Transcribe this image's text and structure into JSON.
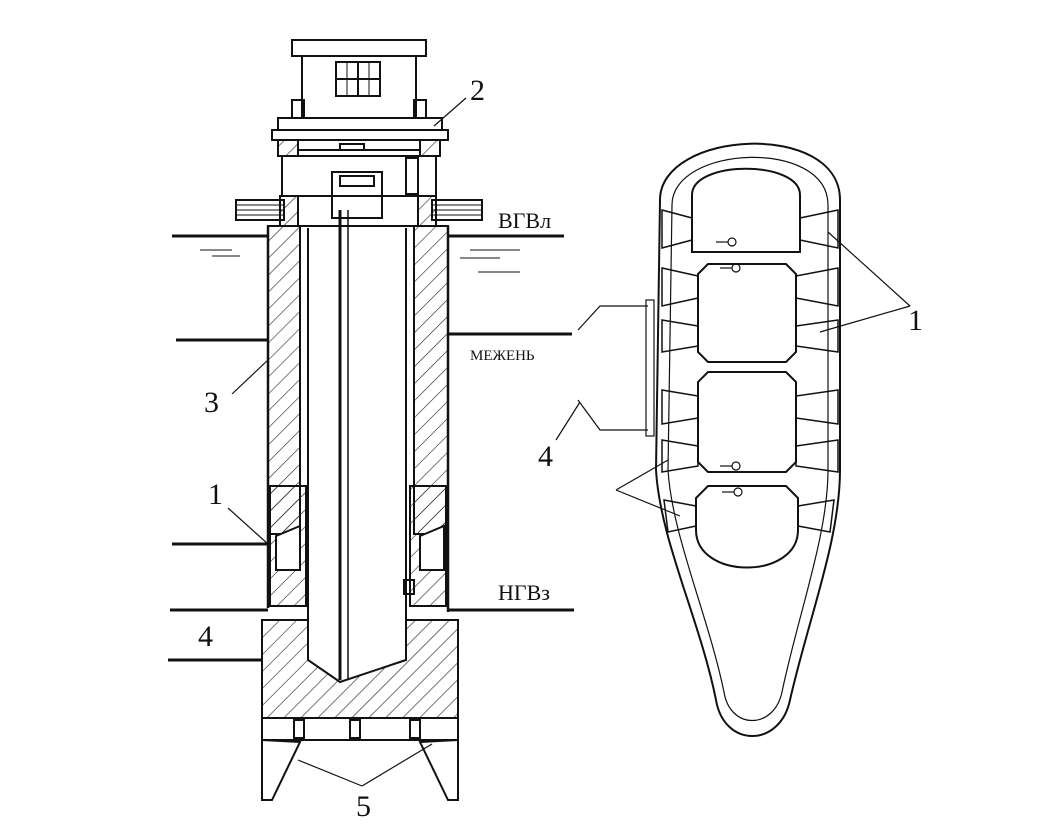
{
  "diagram": {
    "levels": {
      "high_water": "ВГВл",
      "low_water": "МЕЖЕНЬ",
      "winter_water": "НГВз"
    },
    "labels": {
      "n1_left": "1",
      "n2": "2",
      "n3": "3",
      "n4_left": "4",
      "n5": "5",
      "n1_right": "1",
      "n4_right": "4"
    }
  }
}
